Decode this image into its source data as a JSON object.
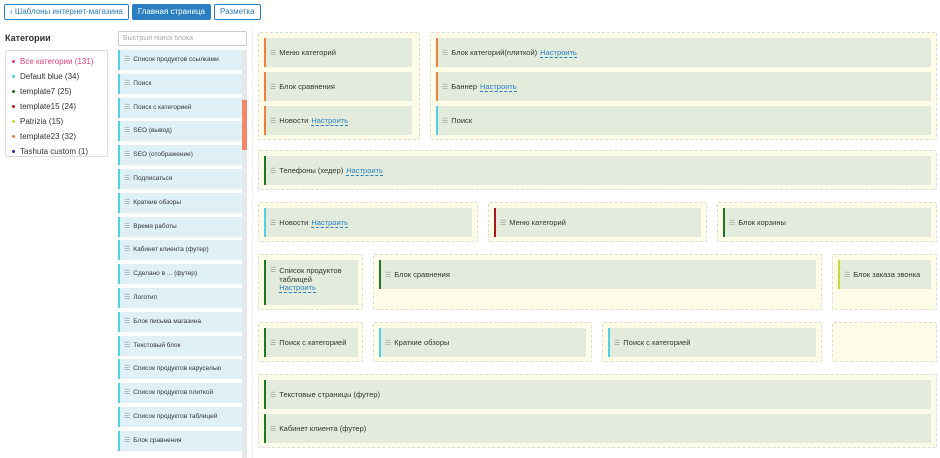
{
  "topbar": {
    "back_label": "‹ Шаблоны интернет-магазина",
    "tab_main": "Главная страница",
    "tab_layout": "Разметка"
  },
  "categories": {
    "title": "Категории",
    "items": [
      {
        "label": "Все категории (131)",
        "color": "#e0407a",
        "text_color": "#e0407a"
      },
      {
        "label": "Default blue (34)",
        "color": "#4fd1e6",
        "text_color": "#333"
      },
      {
        "label": "template7 (25)",
        "color": "#1f7a1f",
        "text_color": "#333"
      },
      {
        "label": "template15 (24)",
        "color": "#b01818",
        "text_color": "#333"
      },
      {
        "label": "Patrizia (15)",
        "color": "#c7d940",
        "text_color": "#333"
      },
      {
        "label": "template23 (32)",
        "color": "#f08040",
        "text_color": "#333"
      },
      {
        "label": "Tashuta custom (1)",
        "color": "#1a2fa0",
        "text_color": "#333"
      }
    ]
  },
  "search": {
    "placeholder": "Быстрый поиск блока"
  },
  "block_list": [
    "Список продуктов ссылками",
    "Поиск",
    "Поиск с категорией",
    "SEO (вывод)",
    "SEO (отображение)",
    "Подписаться",
    "Краткие обзоры",
    "Время работы",
    "Кабинет клиента (футер)",
    "Сделано в ... (футер)",
    "Логотип",
    "Блок письма магазина",
    "Текстовый блок",
    "Список продуктов каруселью",
    "Список продуктов плиткой",
    "Список продуктов таблицей",
    "Блок сравнения"
  ],
  "layout": {
    "configure_label": "Настроить",
    "r1_left": [
      "Меню категорий",
      "Блок сравнения",
      "Новости"
    ],
    "r1_right": [
      "Блок категорий(плиткой)",
      "Баннер",
      "Поиск"
    ],
    "r2": "Телефоны (хедер)",
    "r3": [
      "Новости",
      "Меню категорий",
      "Блок корзины"
    ],
    "r4": [
      "Список продуктов таблицей",
      "Блок сравнения",
      "Блок заказа звонка"
    ],
    "r5": [
      "Поиск с категорией",
      "Краткие обзоры",
      "Поиск с категорией"
    ],
    "r6": [
      "Текстовые страницы (футер)",
      "Кабинет клиента (футер)"
    ]
  },
  "colors": {
    "orange": "#f08040",
    "cyan": "#4fd1e6",
    "green": "#1f7a1f",
    "red": "#b01818",
    "lime": "#c7d940"
  }
}
